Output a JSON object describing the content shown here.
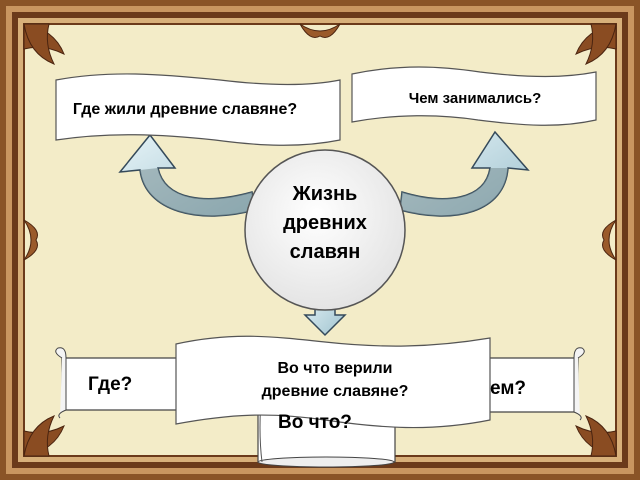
{
  "colors": {
    "background": "#f3ecc8",
    "frame_dark": "#6b3a1a",
    "frame_light": "#b07a45",
    "arrow_fill": "#c8e1ea",
    "arrow_dark": "#7a8f94",
    "box_fill": "#ffffff"
  },
  "center_circle": {
    "line1": "Жизнь",
    "line2": "древних",
    "line3": "славян"
  },
  "banners": {
    "left": "Где жили древние славяне?",
    "right": "Чем занимались?",
    "bottom": {
      "line1": "Во что верили",
      "line2": "древние славяне?"
    }
  },
  "scrolls": {
    "left": "Где?",
    "right_partial": "ем?",
    "bottom_partial": "Во что?"
  },
  "icons": [
    "curved-arrow-icon",
    "down-arrow-icon",
    "scroll-icon",
    "ornamental-frame-icon"
  ]
}
